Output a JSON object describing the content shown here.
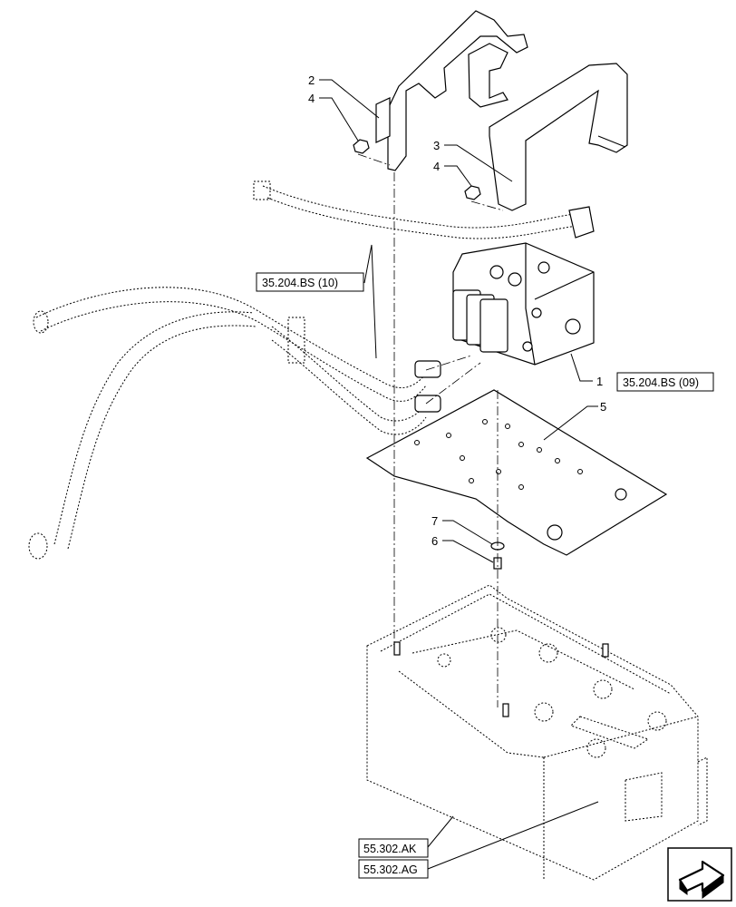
{
  "callouts": {
    "c1": "1",
    "c2": "2",
    "c3": "3",
    "c4a": "4",
    "c4b": "4",
    "c5": "5",
    "c6": "6",
    "c7": "7"
  },
  "references": {
    "ref_35_204_bs_10": "35.204.BS (10)",
    "ref_35_204_bs_09": "35.204.BS (09)",
    "ref_55_302_ak": "55.302.AK",
    "ref_55_302_ag": "55.302.AG"
  },
  "icons": {
    "corner_nav": "arrow-navigation-icon"
  }
}
